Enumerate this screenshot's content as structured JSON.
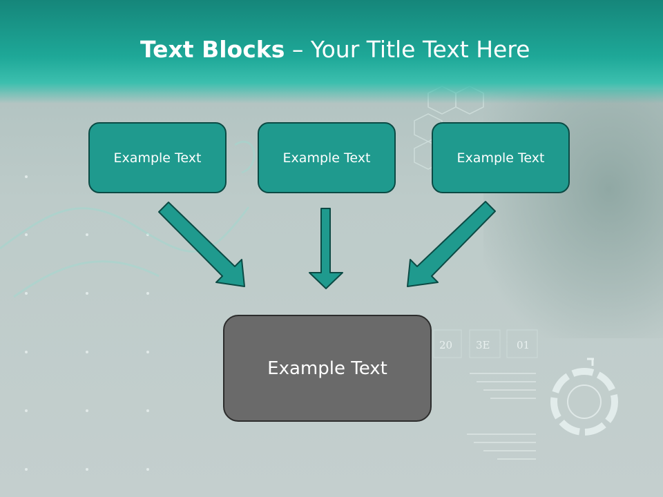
{
  "title": {
    "bold": "Text Blocks",
    "rest": " – Your Title Text Here"
  },
  "source_boxes": [
    {
      "label": "Example Text"
    },
    {
      "label": "Example Text"
    },
    {
      "label": "Example Text"
    }
  ],
  "target_box": {
    "label": "Example Text"
  },
  "background_codes": [
    "20",
    "3E",
    "01"
  ],
  "colors": {
    "header": "#1ea898",
    "box_fill": "#1f9a8e",
    "box_border": "#0b4a44",
    "target_fill": "#6a6a6a",
    "arrow": "#1f9a8e"
  }
}
